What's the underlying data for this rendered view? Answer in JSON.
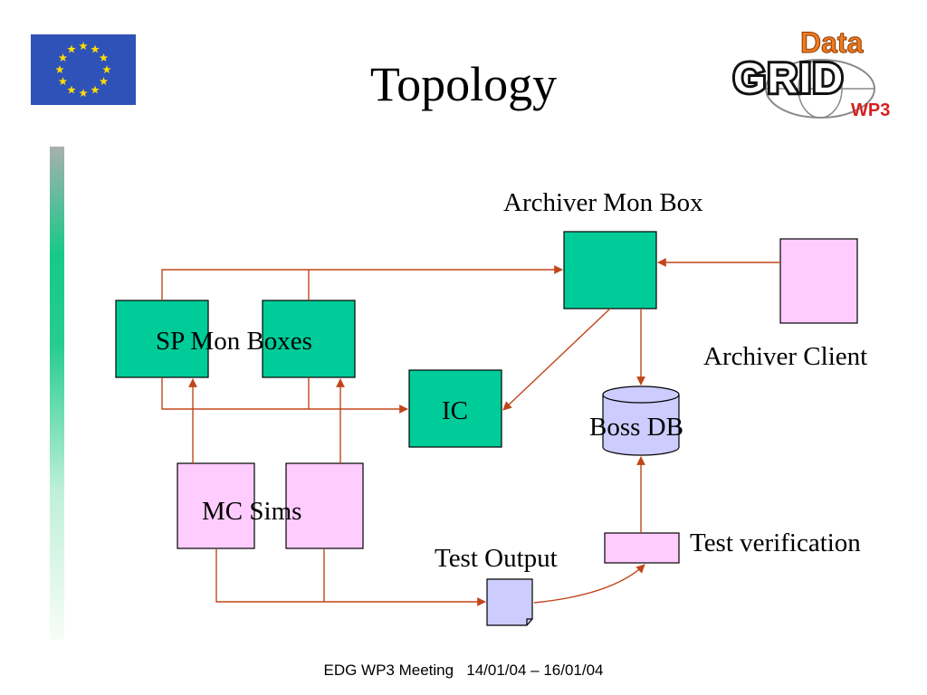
{
  "slide": {
    "title": "Topology",
    "footer": "EDG WP3 Meeting   14/01/04 – 16/01/04"
  },
  "logo": {
    "top_text": "Data",
    "main_text": "GRID",
    "sub_text": "WP3"
  },
  "labels": {
    "archiver_mon_box": "Archiver Mon Box",
    "sp_mon_boxes": "SP Mon Boxes",
    "ic": "IC",
    "archiver_client": "Archiver Client",
    "boss_db": "Boss DB",
    "mc_sims": "MC Sims",
    "test_output": "Test Output",
    "test_verification": "Test verification"
  },
  "colors": {
    "node_green": "#00cc99",
    "node_pink": "#ffccff",
    "node_lavender": "#ccccff",
    "db_lavender": "#ccccff",
    "arrow": "#c0461a",
    "eu_blue": "#2f52b8",
    "eu_star": "#ffdd00"
  }
}
